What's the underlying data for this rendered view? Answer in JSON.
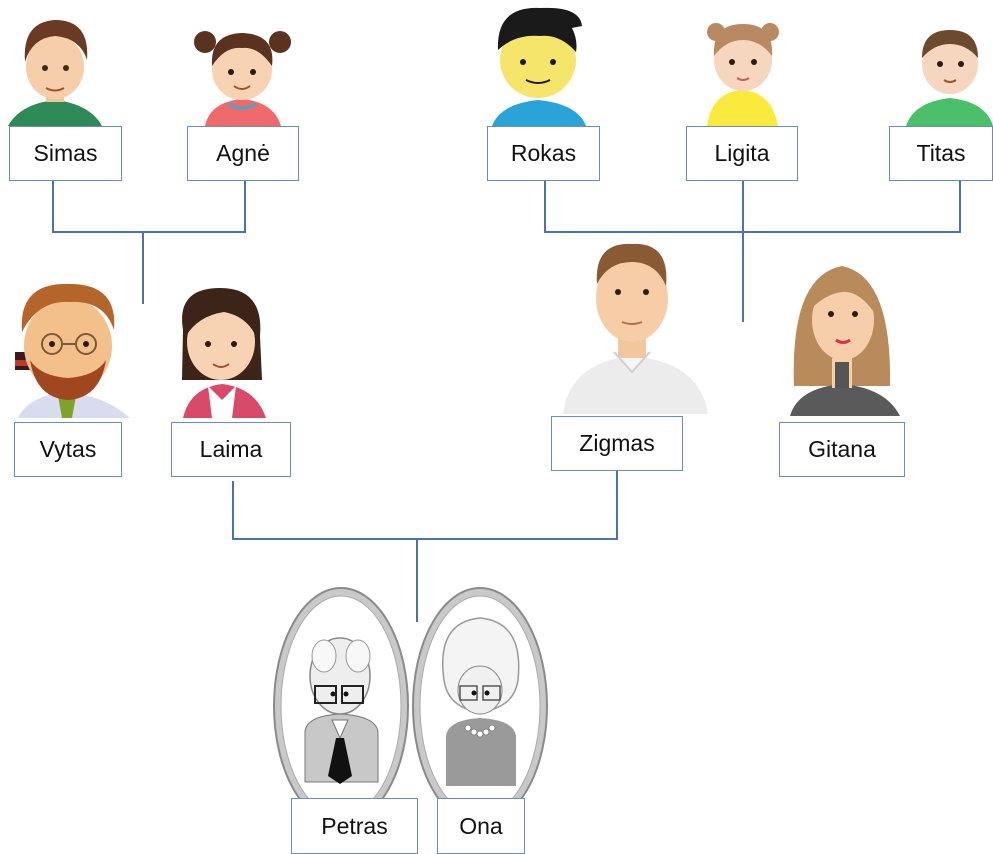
{
  "people": {
    "simas": {
      "name": "Simas"
    },
    "agne": {
      "name": "Agnė"
    },
    "rokas": {
      "name": "Rokas"
    },
    "ligita": {
      "name": "Ligita"
    },
    "titas": {
      "name": "Titas"
    },
    "vytas": {
      "name": "Vytas"
    },
    "laima": {
      "name": "Laima"
    },
    "zigmas": {
      "name": "Zigmas"
    },
    "gitana": {
      "name": "Gitana"
    },
    "petras": {
      "name": "Petras"
    },
    "ona": {
      "name": "Ona"
    }
  },
  "colors": {
    "connector": "#4a72b0",
    "box_border": "#6b8cc0"
  }
}
